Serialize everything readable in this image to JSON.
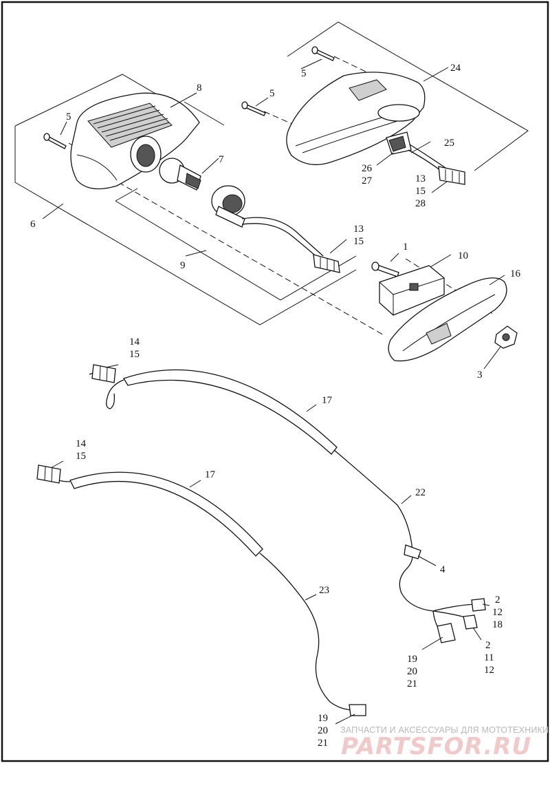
{
  "callouts": {
    "c1": "1",
    "c2a": "2",
    "c2b": "2",
    "c3": "3",
    "c4": "4",
    "c5a": "5",
    "c5b": "5",
    "c5c": "5",
    "c6": "6",
    "c7": "7",
    "c8": "8",
    "c9": "9",
    "c10": "10",
    "c11": "11",
    "c12a": "12",
    "c12b": "12",
    "c13a": "13",
    "c13b": "13",
    "c14a": "14",
    "c14b": "14",
    "c15a": "15",
    "c15b": "15",
    "c15c": "15",
    "c15d": "15",
    "c16": "16",
    "c17a": "17",
    "c17b": "17",
    "c18": "18",
    "c19a": "19",
    "c19b": "19",
    "c20a": "20",
    "c20b": "20",
    "c21a": "21",
    "c21b": "21",
    "c22": "22",
    "c23": "23",
    "c24": "24",
    "c25": "25",
    "c26": "26",
    "c27": "27",
    "c28": "28"
  },
  "watermark": {
    "tagline": "ЗАПЧАСТИ И АКСЕССУАРЫ ДЛЯ МОТОТЕХНИКИ",
    "logo": "PARTSFOR.RU"
  },
  "colors": {
    "ink": "#111111",
    "frame": "#111111",
    "watermark_logo": "#f2c9c9",
    "watermark_text": "#b9b9b9"
  }
}
